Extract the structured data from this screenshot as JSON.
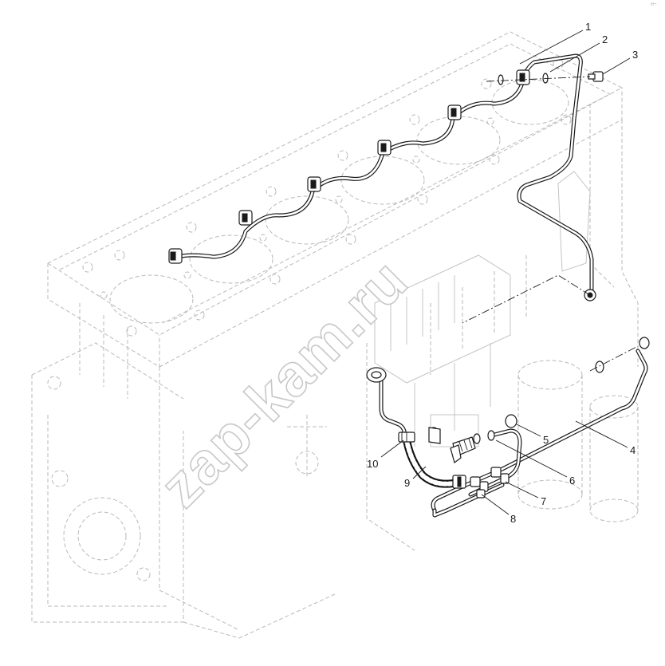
{
  "watermark": "zap-kam.ru",
  "corner_mark": "ᵐ⁼",
  "callouts": [
    "1",
    "2",
    "3",
    "4",
    "5",
    "6",
    "7",
    "8",
    "9",
    "10"
  ]
}
